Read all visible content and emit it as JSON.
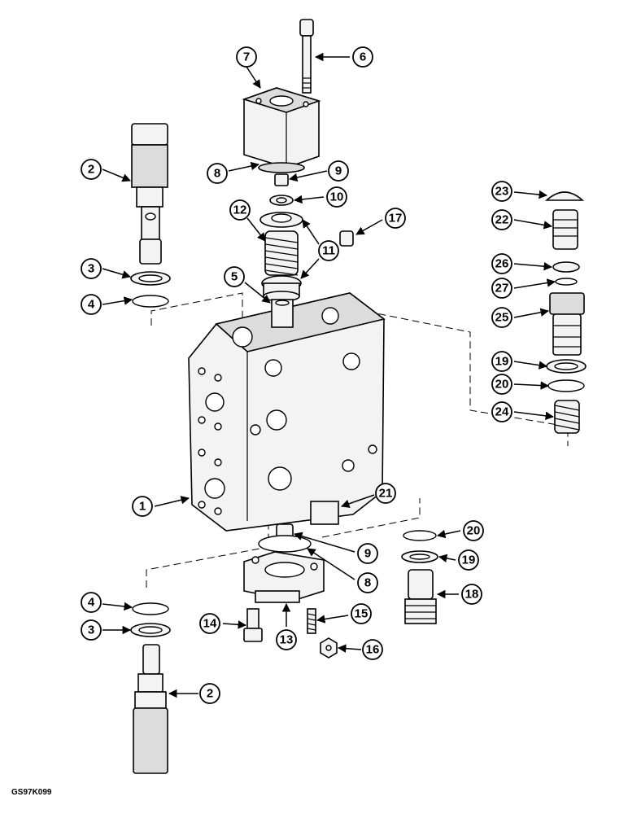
{
  "figure_code": "GS97K099",
  "callouts": [
    {
      "id": "c7a",
      "label": "7"
    },
    {
      "id": "c6a",
      "label": "6"
    },
    {
      "id": "c2a",
      "label": "2"
    },
    {
      "id": "c8a",
      "label": "8"
    },
    {
      "id": "c9a",
      "label": "9"
    },
    {
      "id": "c10a",
      "label": "10"
    },
    {
      "id": "c12a",
      "label": "12"
    },
    {
      "id": "c17a",
      "label": "17"
    },
    {
      "id": "c11a",
      "label": "11"
    },
    {
      "id": "c3a",
      "label": "3"
    },
    {
      "id": "c4a",
      "label": "4"
    },
    {
      "id": "c5a",
      "label": "5"
    },
    {
      "id": "c23a",
      "label": "23"
    },
    {
      "id": "c22a",
      "label": "22"
    },
    {
      "id": "c26a",
      "label": "26"
    },
    {
      "id": "c27a",
      "label": "27"
    },
    {
      "id": "c25a",
      "label": "25"
    },
    {
      "id": "c19a",
      "label": "19"
    },
    {
      "id": "c20a",
      "label": "20"
    },
    {
      "id": "c24a",
      "label": "24"
    },
    {
      "id": "c1a",
      "label": "1"
    },
    {
      "id": "c21a",
      "label": "21"
    },
    {
      "id": "c20b",
      "label": "20"
    },
    {
      "id": "c19b",
      "label": "19"
    },
    {
      "id": "c9b",
      "label": "9"
    },
    {
      "id": "c8b",
      "label": "8"
    },
    {
      "id": "c18a",
      "label": "18"
    },
    {
      "id": "c4b",
      "label": "4"
    },
    {
      "id": "c3b",
      "label": "3"
    },
    {
      "id": "c14a",
      "label": "14"
    },
    {
      "id": "c15a",
      "label": "15"
    },
    {
      "id": "c13a",
      "label": "13"
    },
    {
      "id": "c16a",
      "label": "16"
    },
    {
      "id": "c2b",
      "label": "2"
    }
  ]
}
